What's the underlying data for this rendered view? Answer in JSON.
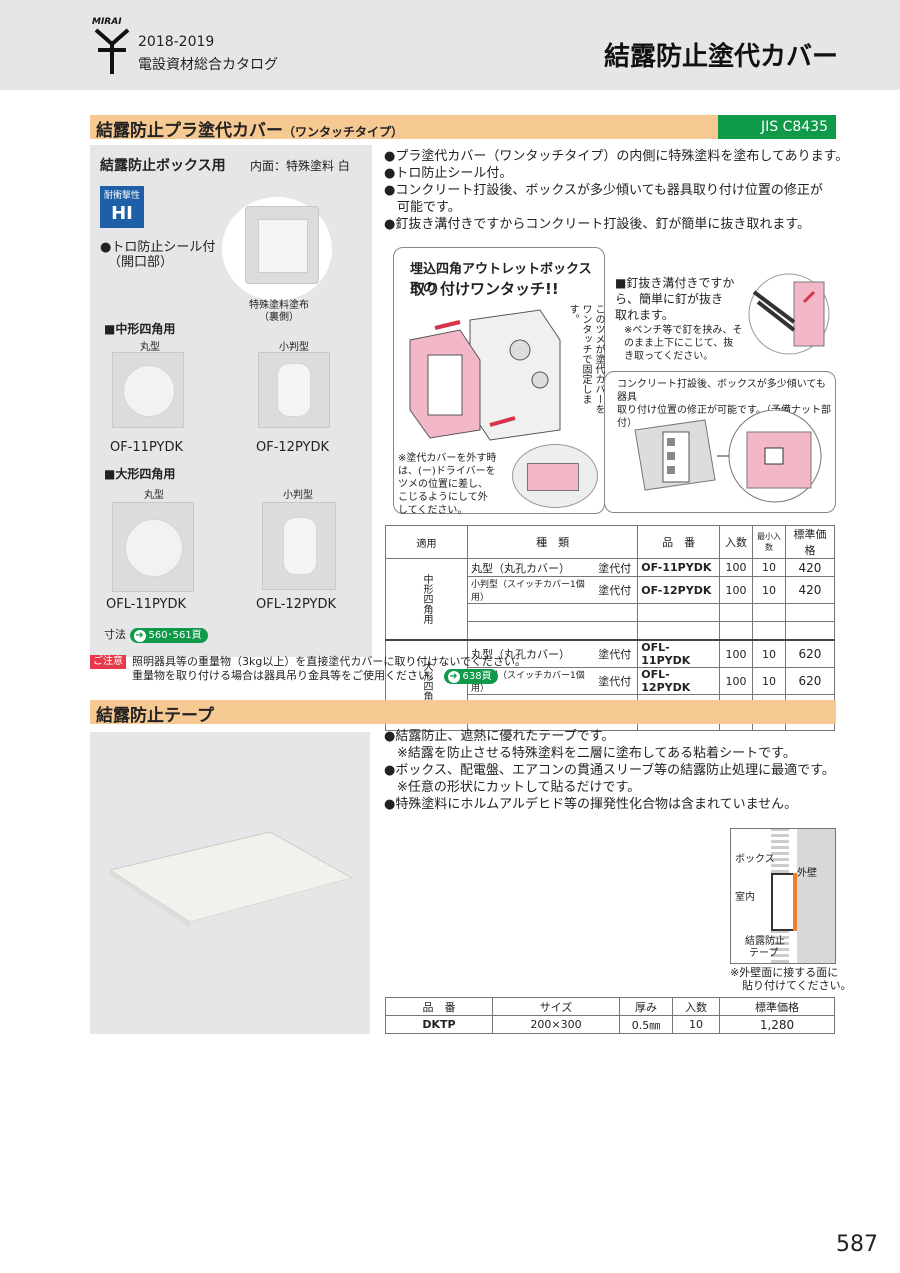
{
  "header": {
    "logo_text": "MIRAI",
    "catalog_year": "2018-2019",
    "catalog_name": "電設資材総合カタログ",
    "page_title": "結露防止塗代カバー"
  },
  "section1": {
    "title": "結露防止プラ塗代カバー",
    "subtitle": "（ワンタッチタイプ）",
    "jis": "JIS C8435",
    "panel_title": "結露防止ボックス用",
    "inner_surface": "内面：特殊塗料 白",
    "badge_top": "耐衝撃性",
    "badge_main": "HI",
    "feature_line1": "●トロ防止シール付",
    "feature_line2": "（開口部）",
    "image_caption1": "特殊塗料塗布",
    "image_caption2": "（裏側）",
    "medium_heading": "■中形四角用",
    "large_heading": "■大形四角用",
    "round_label": "丸型",
    "oval_label": "小判型",
    "models": [
      "OF-11PYDK",
      "OF-12PYDK",
      "OFL-11PYDK",
      "OFL-12PYDK"
    ],
    "dimension_label": "寸法",
    "dimension_ref": "560･561頁",
    "bullets": [
      "●プラ塗代カバー（ワンタッチタイプ）の内側に特殊塗料を塗布してあります。",
      "●トロ防止シール付。",
      "●コンクリート打設後、ボックスが多少傾いても器具取り付け位置の修正が",
      "　可能です。",
      "●釘抜き溝付きですからコンクリート打設後、釘が簡単に抜き取れます。"
    ],
    "diagram1": {
      "title1": "埋込四角アウトレットボックスへの",
      "title2_prefix": "取り付け",
      "title2_bold": "ワンタッチ!!",
      "vertical_note": "このツメが塗代カバーをワンタッチで固定します。",
      "removal_note": [
        "※塗代カバーを外す時",
        "は、(ー)ドライバーを",
        "ツメの位置に差し、",
        "こじるようにして外",
        "してください。"
      ]
    },
    "nail_note": [
      "■釘抜き溝付きですか",
      "ら、簡単に釘が抜き",
      "取れます。"
    ],
    "nail_subnote": [
      "※ペンチ等で釘を挟み、そ",
      "のまま上下にこじて、抜",
      "き取ってください。"
    ],
    "diagram2_note": [
      "コンクリート打設後、ボックスが多少傾いても器具",
      "取り付け位置の修正が可能です。（予備ナット部付）"
    ],
    "table": {
      "headers": [
        "適用",
        "種　類",
        "品　番",
        "入数",
        "最小入数",
        "標準価格"
      ],
      "group1": "中形四角用",
      "group2": "大形四角用",
      "rows": [
        {
          "type": "丸型（丸孔カバー）",
          "note": "塗代付",
          "code": "OF-11PYDK",
          "qty": "100",
          "min": "10",
          "price": "420"
        },
        {
          "type": "小判型（スイッチカバー1個用）",
          "note": "塗代付",
          "code": "OF-12PYDK",
          "qty": "100",
          "min": "10",
          "price": "420"
        },
        {
          "type": "丸型（丸孔カバー）",
          "note": "塗代付",
          "code": "OFL-11PYDK",
          "qty": "100",
          "min": "10",
          "price": "620"
        },
        {
          "type": "小判型（スイッチカバー1個用）",
          "note": "塗代付",
          "code": "OFL-12PYDK",
          "qty": "100",
          "min": "10",
          "price": "620"
        }
      ]
    },
    "caution_label": "ご注意",
    "caution_line1": "照明器具等の重量物（3kg以上）を直接塗代カバーに取り付けないでください。",
    "caution_line2": "重量物を取り付ける場合は器具吊り金具等をご使用ください。",
    "caution_ref": "638頁"
  },
  "section2": {
    "title": "結露防止テープ",
    "bullets": [
      "●結露防止、遮熱に優れたテープです。",
      "　※結露を防止させる特殊塗料を二層に塗布してある粘着シートです。",
      "●ボックス、配電盤、エアコンの貫通スリーブ等の結露防止処理に最適です。",
      "　※任意の形状にカットして貼るだけです。",
      "●特殊塗料にホルムアルデヒド等の揮発性化合物は含まれていません。"
    ],
    "diagram_labels": {
      "box": "ボックス",
      "outer_wall": "外壁",
      "indoor": "室内",
      "tape1": "結露防止",
      "tape2": "テープ"
    },
    "diagram_note": [
      "※外壁面に接する面に",
      "貼り付けてください。"
    ],
    "table": {
      "headers": [
        "品　番",
        "サイズ",
        "厚み",
        "入数",
        "標準価格"
      ],
      "row": {
        "code": "DKTP",
        "size": "200×300",
        "thickness": "0.5㎜",
        "qty": "10",
        "price": "1,280"
      }
    }
  },
  "page_number": "587",
  "colors": {
    "section_bar": "#f6c892",
    "jis_green": "#0f9a4a",
    "badge_blue": "#1f5fa8",
    "pink": "#f3b8c8",
    "caution_red": "#e8394a"
  }
}
